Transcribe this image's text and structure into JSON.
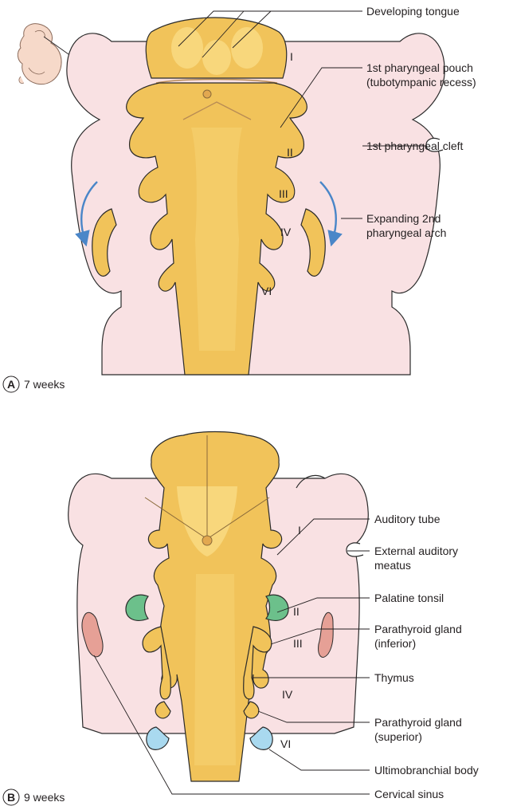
{
  "panel_a": {
    "letter": "A",
    "caption": "7 weeks",
    "labels": {
      "developing_tongue": "Developing tongue",
      "pouch_line1": "1st pharyngeal pouch",
      "pouch_line2": "(tubotympanic recess)",
      "cleft": "1st pharyngeal cleft",
      "expanding_line1": "Expanding 2nd",
      "expanding_line2": "pharyngeal arch"
    },
    "romans": {
      "i": "I",
      "ii": "II",
      "iii": "III",
      "iv": "IV",
      "vi": "VI"
    }
  },
  "panel_b": {
    "letter": "B",
    "caption": "9 weeks",
    "labels": {
      "auditory_tube": "Auditory tube",
      "meatus_line1": "External auditory",
      "meatus_line2": "meatus",
      "palatine_tonsil": "Palatine tonsil",
      "parathyroid_inf_line1": "Parathyroid gland",
      "parathyroid_inf_line2": "(inferior)",
      "thymus": "Thymus",
      "parathyroid_sup_line1": "Parathyroid gland",
      "parathyroid_sup_line2": "(superior)",
      "ultimobranchial": "Ultimobranchial body",
      "cervical_sinus": "Cervical sinus"
    },
    "romans": {
      "i": "I",
      "ii": "II",
      "iii": "III",
      "iv": "IV",
      "vi": "VI"
    }
  },
  "colors": {
    "arch_pink": "#f9e1e3",
    "pharynx_gold": "#f1c35a",
    "tonsil_green": "#6cc08b",
    "ultimobranchial_blue": "#a9d9ef",
    "sinus_rose": "#e6a096",
    "arrow_blue": "#4a86c8"
  }
}
